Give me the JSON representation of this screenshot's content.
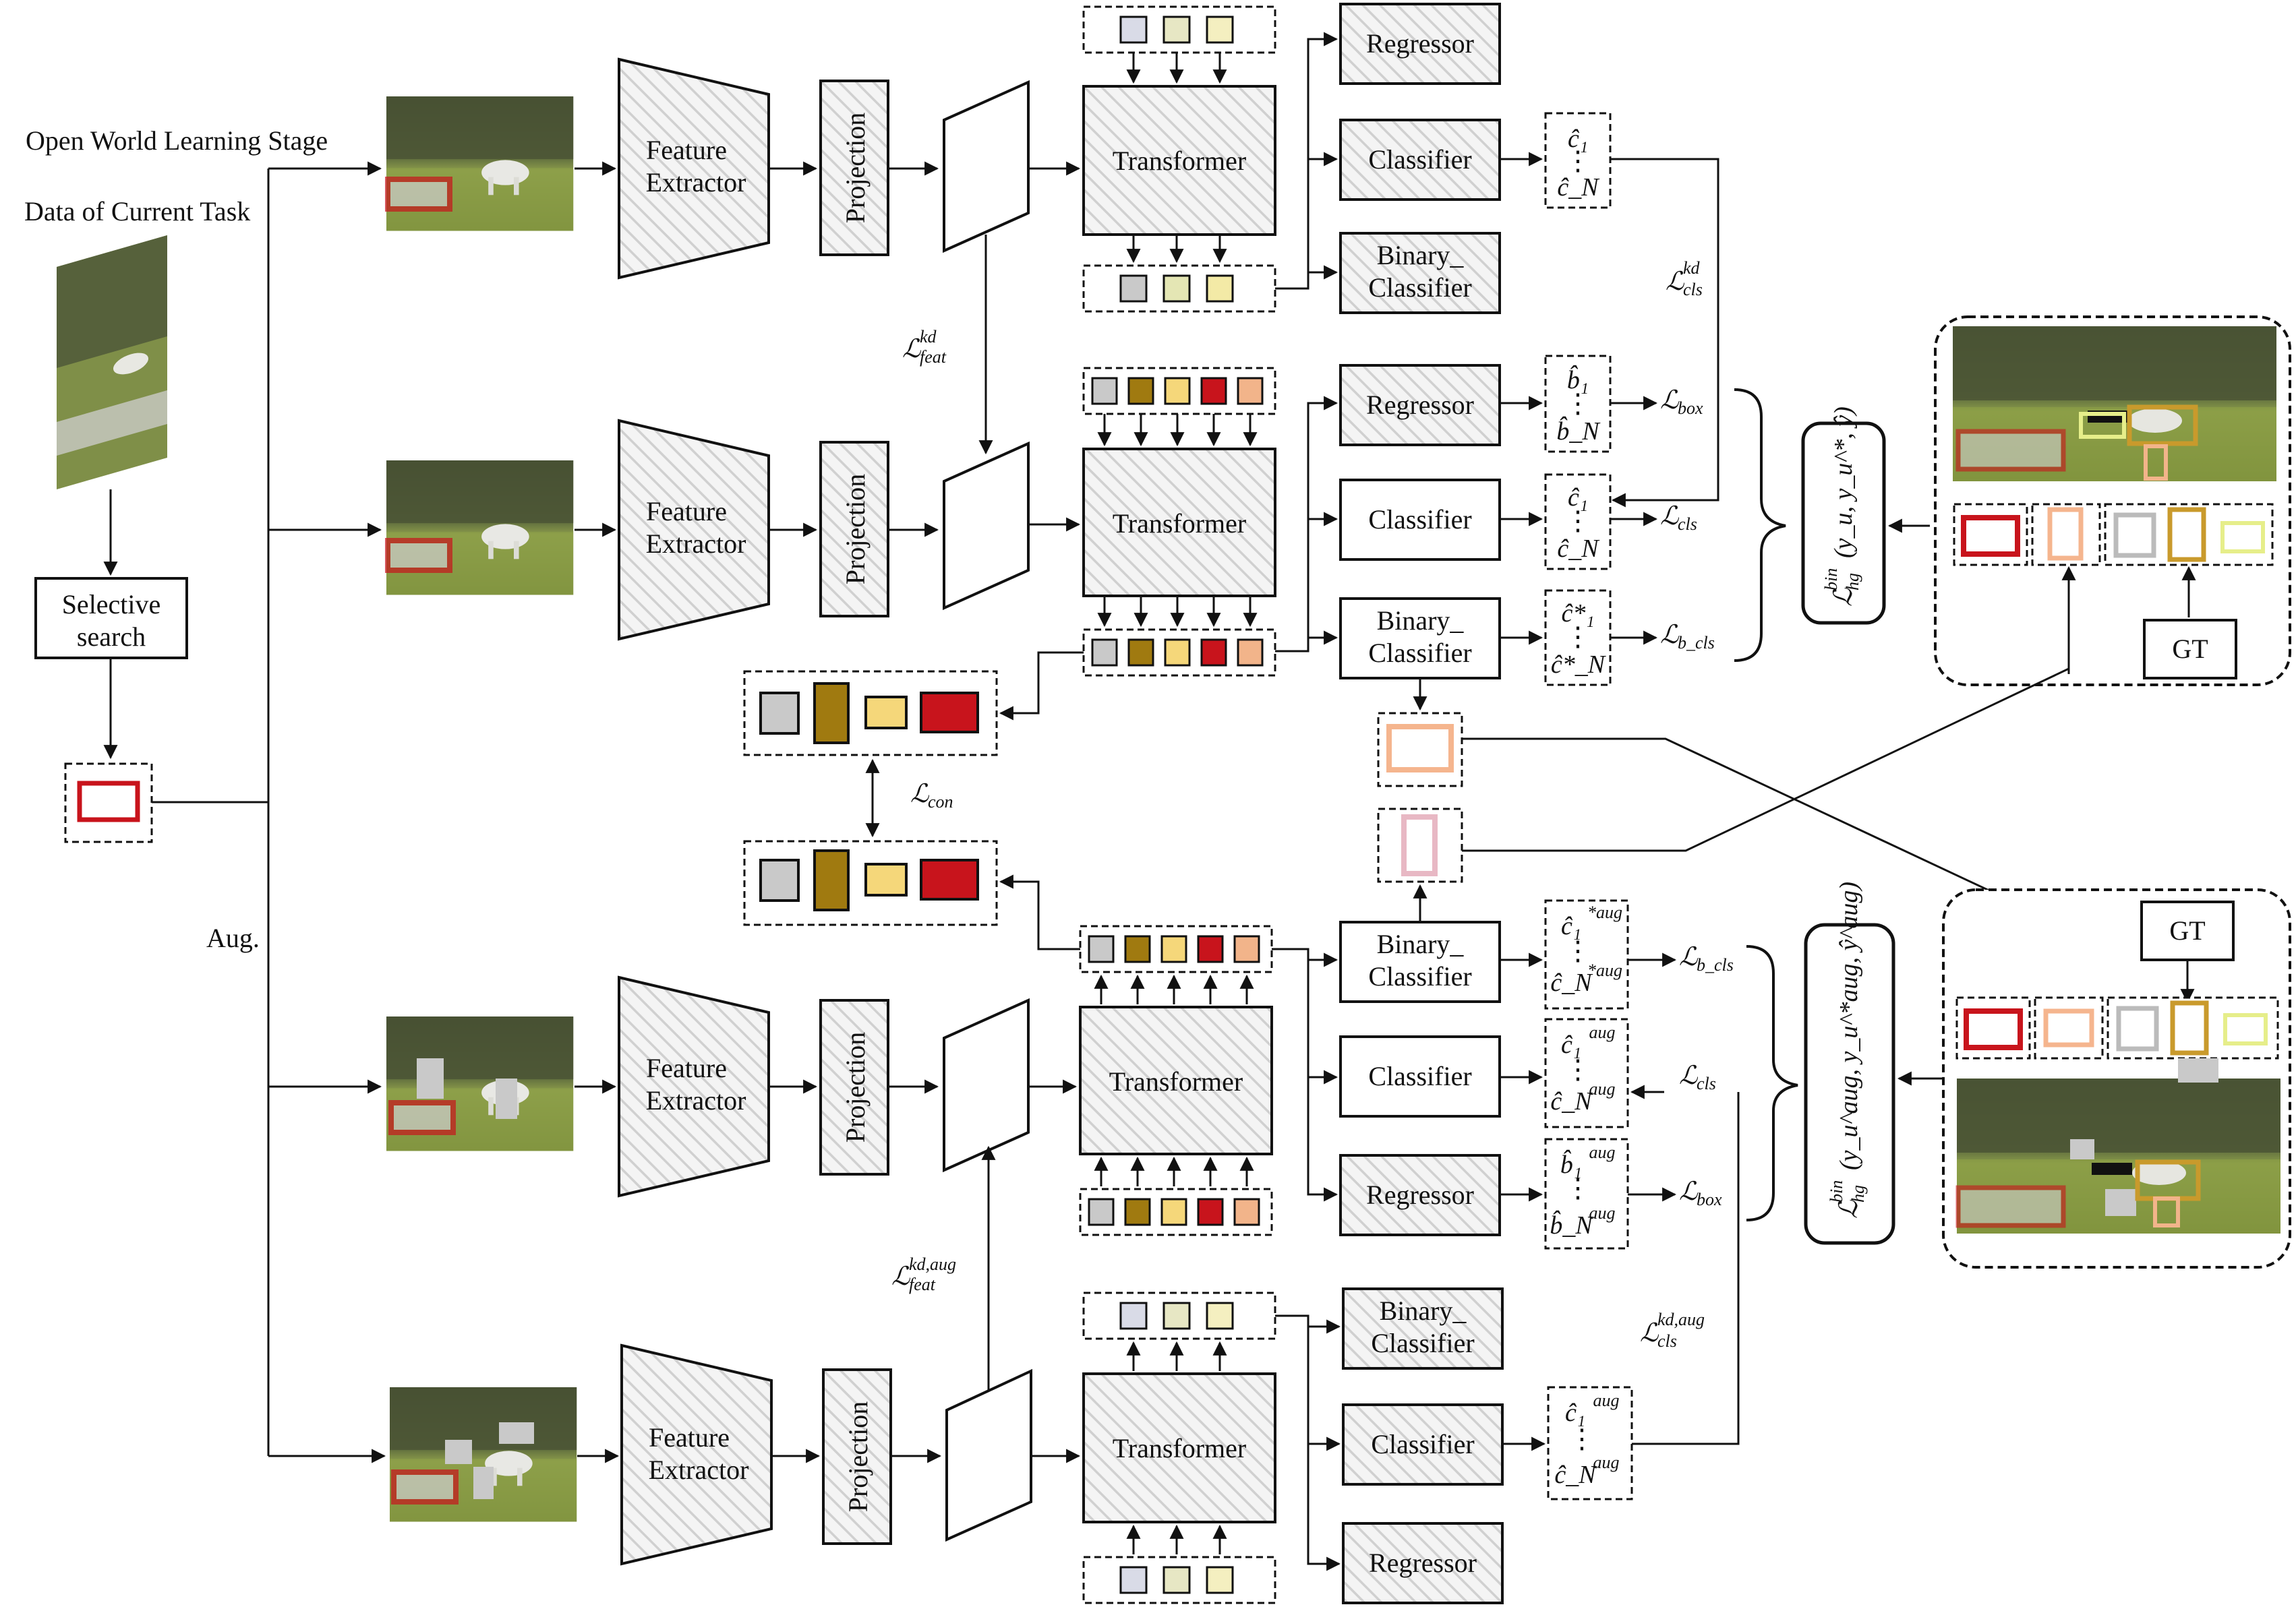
{
  "diagram": {
    "stage_title": "Open World Learning Stage",
    "data_title": "Data of Current Task",
    "selective_search": [
      "Selective",
      "search"
    ],
    "aug_label": "Aug.",
    "feature_extractor": [
      "Feature",
      "Extractor"
    ],
    "projection": "Projection",
    "transformer": "Transformer",
    "regressor": "Regressor",
    "classifier": "Classifier",
    "binary_classifier": [
      "Binary_",
      "Classifier"
    ],
    "gt": "GT",
    "dots": "⋮",
    "losses": {
      "feat_kd": {
        "main": "ℒ",
        "sup": "kd",
        "sub": "feat"
      },
      "feat_kd_aug": {
        "main": "ℒ",
        "sup": "kd,aug",
        "sub": "feat"
      },
      "cls_kd": {
        "main": "ℒ",
        "sup": "kd",
        "sub": "cls"
      },
      "cls_kd_aug": {
        "main": "ℒ",
        "sup": "kd,aug",
        "sub": "cls"
      },
      "box": {
        "main": "ℒ",
        "sub": "box"
      },
      "cls": {
        "main": "ℒ",
        "sub": "cls"
      },
      "b_cls": {
        "main": "ℒ",
        "sub": "b_cls"
      },
      "con": {
        "main": "ℒ",
        "sub": "con"
      },
      "hg": {
        "main": "ℒ",
        "sup": "bin",
        "sub": "hg",
        "args": "(y_u, y_u^*, ŷ)"
      },
      "hg_aug": {
        "main": "ℒ",
        "sup": "bin",
        "sub": "hg",
        "args": "(y_u^aug, y_u^*aug, ŷ^aug)"
      }
    },
    "predictions": {
      "c_first": "ĉ₁",
      "c_last": "ĉ_N",
      "b_first": "b̂₁",
      "b_last": "b̂_N",
      "cstar_first": "ĉ*₁",
      "cstar_last": "ĉ*_N",
      "aug_sup": "aug",
      "star_aug_sup": "*aug"
    },
    "colors": {
      "query_gray": "#c9c9c9",
      "query_olive": "#a07a10",
      "query_yellow": "#f5d77a",
      "query_red": "#c8141c",
      "query_peach": "#f2b48a",
      "box_red": "#c8141c",
      "box_peach": "#f5b58e",
      "box_pink": "#e8b8c4",
      "box_gray": "#bbbbbb",
      "box_gold": "#c99a2c",
      "box_lime": "#e6ee8a",
      "hatch": "#d6d6d6"
    }
  }
}
